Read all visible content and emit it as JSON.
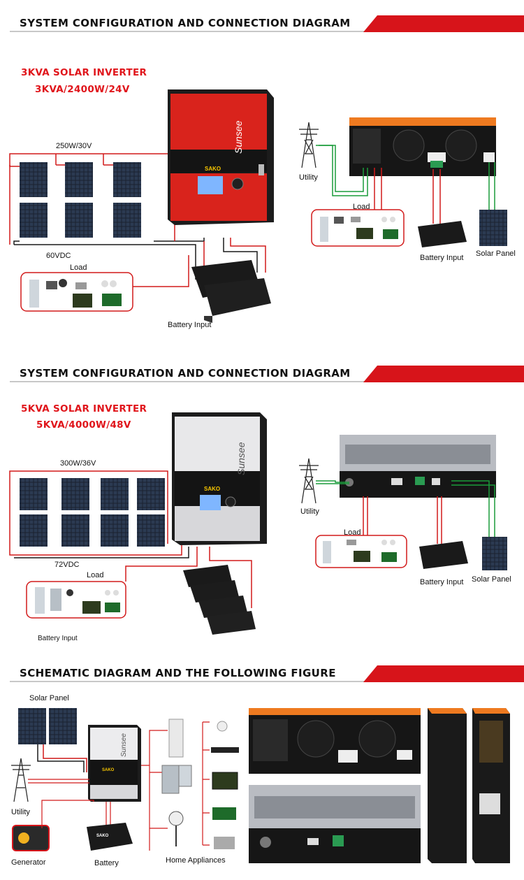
{
  "sections": [
    {
      "title": "SYSTEM CONFIGURATION AND CONNECTION DIAGRAM",
      "inverter_title_line1": "3KVA SOLAR INVERTER",
      "inverter_title_line2": "3KVA/2400W/24V",
      "panel_rating": "250W/30V",
      "string_voltage": "60VDC",
      "load_label": "Load",
      "battery_input_label": "Battery Input",
      "utility_label": "Utility",
      "load_label_right": "Load",
      "battery_input_label_right": "Battery Input",
      "solar_panel_label": "Solar Panel",
      "brand": "Sunsee",
      "logo": "SAKO"
    },
    {
      "title": "SYSTEM CONFIGURATION AND CONNECTION DIAGRAM",
      "inverter_title_line1": "5KVA SOLAR INVERTER",
      "inverter_title_line2": "5KVA/4000W/48V",
      "panel_rating": "300W/36V",
      "string_voltage": "72VDC",
      "load_label": "Load",
      "battery_input_label": "Battery Input",
      "utility_label": "Utility",
      "load_label_right": "Load",
      "battery_input_label_right": "Battery Input",
      "solar_panel_label": "Solar Panel",
      "brand": "Sunsee",
      "logo": "SAKO"
    },
    {
      "title": "SCHEMATIC DIAGRAM AND THE FOLLOWING FIGURE",
      "solar_panel_label": "Solar Panel",
      "utility_label": "Utility",
      "generator_label": "Generator",
      "battery_label": "Battery",
      "home_appliances_label": "Home Appliances",
      "brand": "Sunsee",
      "logo": "SAKO"
    }
  ],
  "colors": {
    "accent_red": "#d7141a",
    "wire_red": "#d21a1a",
    "wire_green": "#1a9b3a",
    "title_red": "#e0151b"
  }
}
